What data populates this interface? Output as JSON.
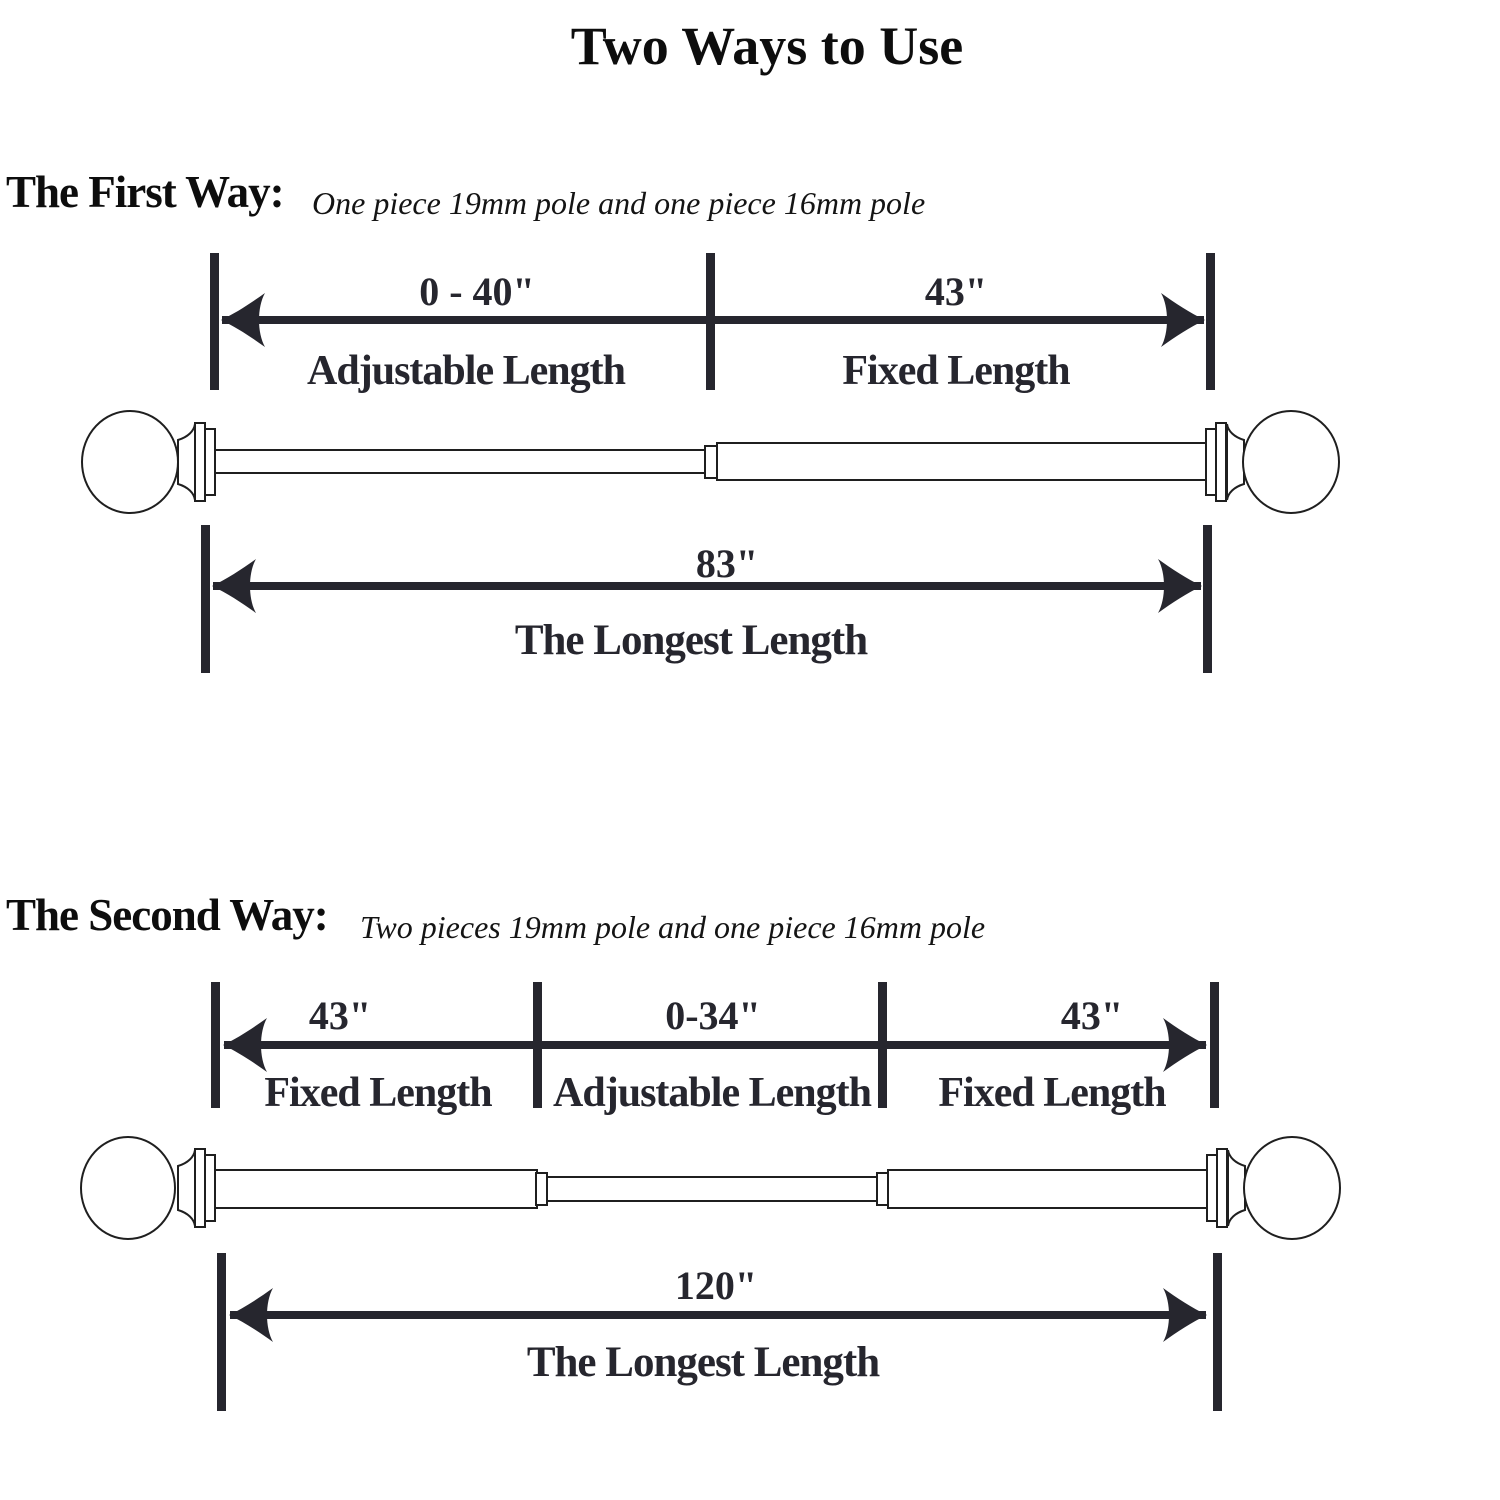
{
  "title": "Two Ways to Use",
  "colors": {
    "ink": "#26262e",
    "heading_text": "#0d0d0d",
    "rod_outline": "#1f1f1f",
    "background": "#ffffff"
  },
  "first_way": {
    "heading": "The First Way:",
    "subtitle": "One piece 19mm pole and one piece 16mm pole",
    "segments": [
      {
        "value": "0 - 40\"",
        "label": "Adjustable Length"
      },
      {
        "value": "43\"",
        "label": "Fixed Length"
      }
    ],
    "total": {
      "value": "83\"",
      "label": "The Longest Length"
    }
  },
  "second_way": {
    "heading": "The Second Way:",
    "subtitle": "Two pieces 19mm pole and one piece 16mm pole",
    "segments": [
      {
        "value": "43\"",
        "label": "Fixed Length"
      },
      {
        "value": "0-34\"",
        "label": "Adjustable Length"
      },
      {
        "value": "43\"",
        "label": "Fixed Length"
      }
    ],
    "total": {
      "value": "120\"",
      "label": "The Longest Length"
    }
  }
}
